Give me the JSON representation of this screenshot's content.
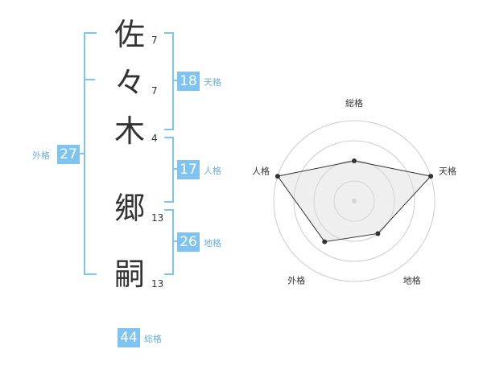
{
  "name_chars": [
    {
      "char": "佐",
      "strokes": "7"
    },
    {
      "char": "々",
      "strokes": "7"
    },
    {
      "char": "木",
      "strokes": "4"
    },
    {
      "char": "郷",
      "strokes": "13"
    },
    {
      "char": "嗣",
      "strokes": "13"
    }
  ],
  "fortunes": {
    "tenkaku": {
      "value": "18",
      "label": "天格"
    },
    "jinkaku": {
      "value": "17",
      "label": "人格"
    },
    "chikaku": {
      "value": "26",
      "label": "地格"
    },
    "gaikaku": {
      "value": "27",
      "label": "外格"
    },
    "soukaku": {
      "value": "44",
      "label": "総格"
    }
  },
  "colors": {
    "accent": "#7fc4f0",
    "text": "#333333",
    "grid": "#cccccc"
  },
  "chart_data": {
    "type": "radar",
    "axes": [
      "総格",
      "天格",
      "地格",
      "外格",
      "人格"
    ],
    "max": 4,
    "values": [
      2,
      4,
      2,
      2.5,
      4
    ],
    "rings": 4
  }
}
